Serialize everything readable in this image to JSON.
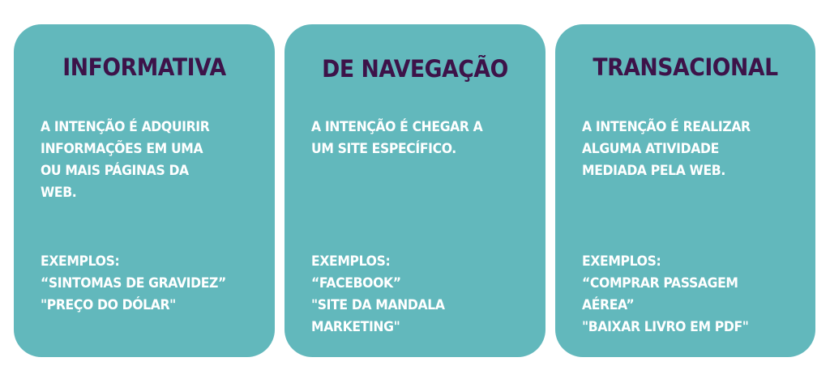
{
  "colors": {
    "card_background": "#62b8bc",
    "title_text": "#3d1349",
    "body_text": "#ffffff",
    "page_background": "#ffffff"
  },
  "cards": [
    {
      "title": "INFORMATIVA",
      "description_lines": [
        "A INTENÇÃO É ADQUIRIR",
        "INFORMAÇÕES EM UMA",
        "OU MAIS PÁGINAS DA",
        "WEB."
      ],
      "examples_label": "EXEMPLOS:",
      "example_lines": [
        "“SINTOMAS DE GRAVIDEZ”",
        "\"PREÇO DO DÓLAR\""
      ]
    },
    {
      "title": "DE NAVEGAÇÃO",
      "description_lines": [
        "A INTENÇÃO É CHEGAR A",
        "UM SITE ESPECÍFICO."
      ],
      "examples_label": "EXEMPLOS:",
      "example_lines": [
        "“FACEBOOK”",
        "\"SITE DA MANDALA",
        "MARKETING\""
      ]
    },
    {
      "title": "TRANSACIONAL",
      "description_lines": [
        "A INTENÇÃO É REALIZAR",
        "ALGUMA ATIVIDADE",
        "MEDIADA PELA WEB."
      ],
      "examples_label": "EXEMPLOS:",
      "example_lines": [
        "“COMPRAR PASSAGEM",
        "AÉREA”",
        "\"BAIXAR LIVRO EM PDF\""
      ]
    }
  ]
}
